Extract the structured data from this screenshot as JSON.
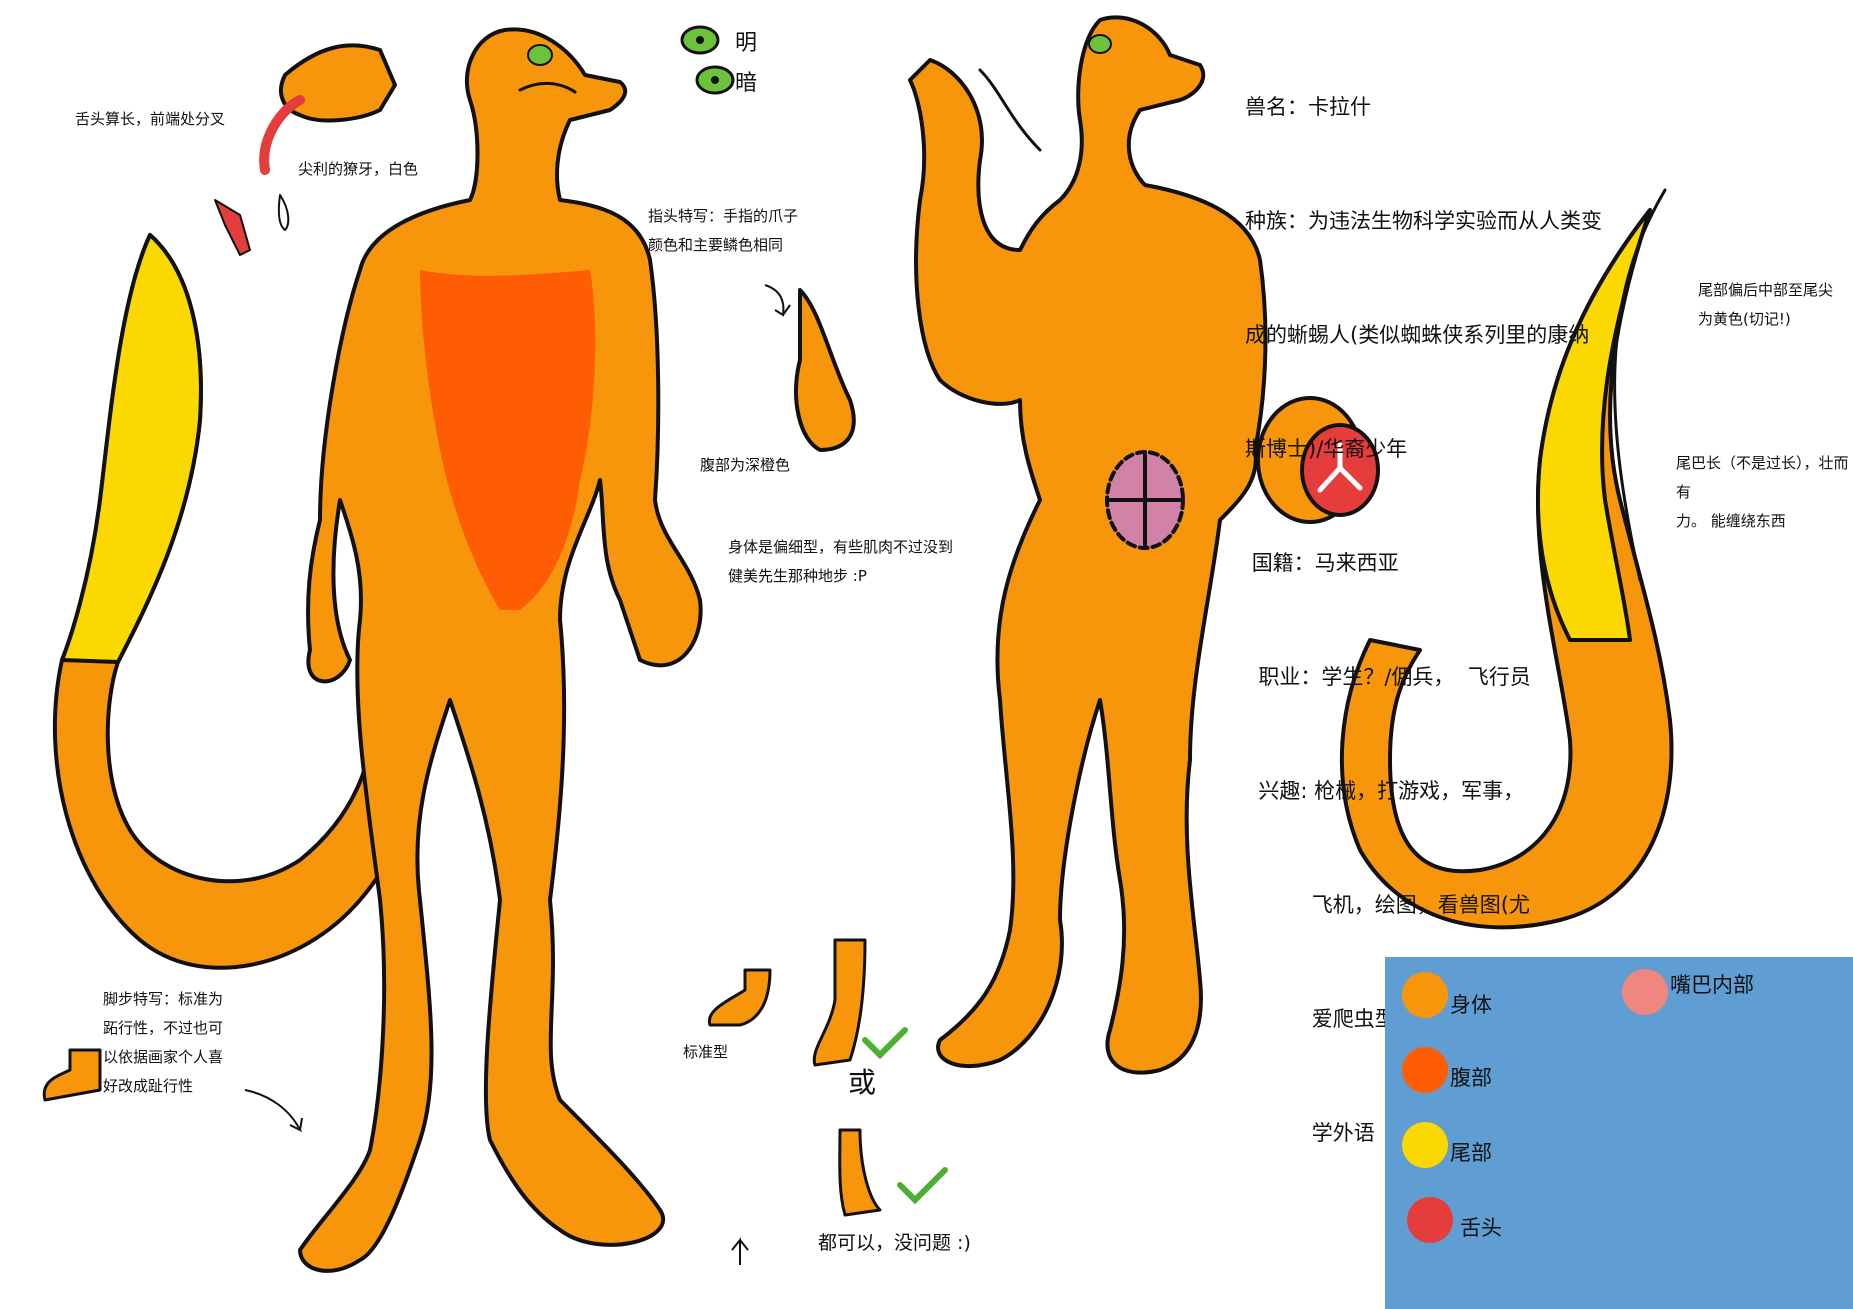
{
  "colors": {
    "body": "#f7960a",
    "belly": "#ff5d04",
    "tail": "#fbd800",
    "tongue": "#e53c3c",
    "mouth_inner": "#f08680",
    "eye": "#6cc23a",
    "legend_bg": "#5f9dd3",
    "check": "#4caf32"
  },
  "eyes": {
    "light_label": "明",
    "dark_label": "暗"
  },
  "notes": {
    "tongue": "舌头算长，前端处分叉",
    "fangs": "尖利的獠牙，白色",
    "fingers": "指头特写：手指的爪子\n颜色和主要鳞色相同",
    "belly": "腹部为深橙色",
    "build": "身体是偏细型，有些肌肉不过没到\n健美先生那种地步 :P",
    "feet": "脚步特写：标准为\n跖行性，不过也可\n以依据画家个人喜\n好改成趾行性",
    "standard_foot": "标准型",
    "or": "或",
    "either_ok": "都可以，没问题 :)",
    "tail_tip": "尾部偏后中部至尾尖\n为黄色(切记!)",
    "tail_length": "尾巴长（不是过长），壮而有\n力。 能缠绕东西"
  },
  "profile": {
    "lines": [
      "兽名：卡拉什",
      "种族：为违法生物科学实验而从人类变",
      "成的蜥蜴人(类似蜘蛛侠系列里的康纳",
      "斯博士)/华裔少年",
      " 国籍：马来西亚",
      "  职业：学生？/佣兵，  飞行员",
      "  兴趣: 枪械，打游戏，军事，",
      "          飞机，绘图，看兽图(尤",
      "          爱爬虫型兽人)，动漫，",
      "          学外语"
    ]
  },
  "legend": [
    {
      "label": "身体",
      "color": "#f7960a",
      "icon": "body-swatch-icon"
    },
    {
      "label": "腹部",
      "color": "#ff5d04",
      "icon": "belly-swatch-icon"
    },
    {
      "label": "尾部",
      "color": "#fbd800",
      "icon": "tail-swatch-icon"
    },
    {
      "label": "舌头",
      "color": "#e53c3c",
      "icon": "tongue-swatch-icon"
    },
    {
      "label": "嘴巴内部",
      "color": "#f08680",
      "icon": "mouth-swatch-icon"
    }
  ]
}
